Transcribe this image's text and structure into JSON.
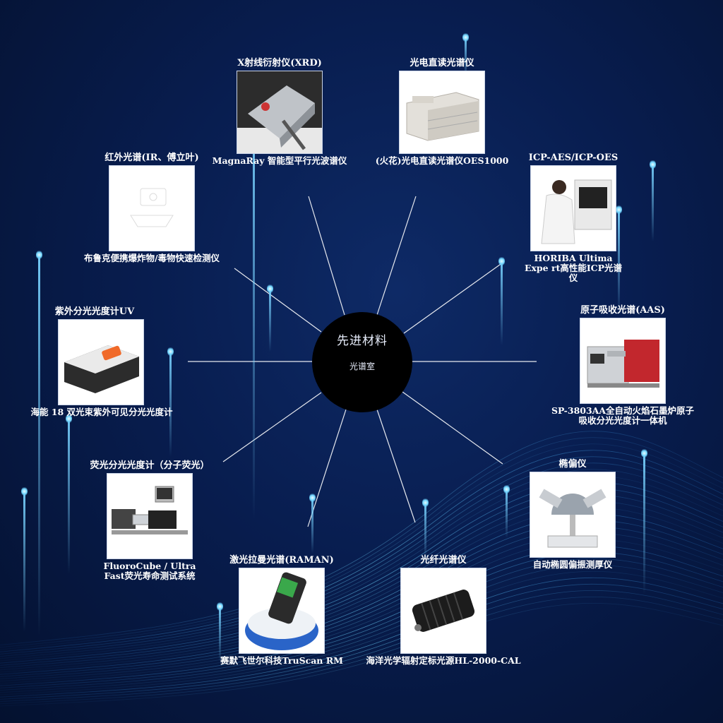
{
  "hub": {
    "title": "先进材料",
    "subtitle": "光谱室"
  },
  "nodes": [
    {
      "id": "xrd",
      "title": "X射线衍射仪(XRD)",
      "caption": "MagnaRay 智能型平行光波谱仪",
      "icon": "xrd-instrument-icon"
    },
    {
      "id": "oes",
      "title": "光电直读光谱仪",
      "caption": "(火花)光电直读光谱仪OES1000",
      "icon": "spark-oes-instrument-icon"
    },
    {
      "id": "icp",
      "title": "ICP-AES/ICP-OES",
      "caption": "HORIBA Ultima Expe rt高性能ICP光谱仪",
      "icon": "icp-spectrometer-icon"
    },
    {
      "id": "aas",
      "title": "原子吸收光谱(AAS)",
      "caption": "SP-3803AA全自动火焰石墨炉原子吸收分光光度计一体机",
      "icon": "aas-instrument-icon"
    },
    {
      "id": "ellipso",
      "title": "椭偏仪",
      "caption": "自动椭圆偏振测厚仪",
      "icon": "ellipsometer-icon"
    },
    {
      "id": "fiber",
      "title": "光纤光谱仪",
      "caption": "海洋光学辐射定标光源HL-2000-CAL",
      "icon": "light-source-icon"
    },
    {
      "id": "raman",
      "title": "激光拉曼光谱(RAMAN)",
      "caption": "赛默飞世尔科技TruScan RM",
      "icon": "handheld-raman-icon"
    },
    {
      "id": "fluor",
      "title": "荧光分光光度计（分子荧光）",
      "caption": "FluoroCube / Ultra Fast荧光寿命测试系统",
      "icon": "fluorescence-system-icon"
    },
    {
      "id": "uv",
      "title": "紫外分光光度计UV",
      "caption": "海能 18 双光束紫外可见分光光度计",
      "icon": "uv-spectrophotometer-icon"
    },
    {
      "id": "ir",
      "title": "红外光谱(IR、傅立叶)",
      "caption": "布鲁克便携爆炸物/毒物快速检测仪",
      "icon": "ir-detector-icon"
    }
  ],
  "colors": {
    "background": "#081d4f",
    "hub": "#000000",
    "spoke": "#ffffff",
    "text": "#ffffff",
    "glow": "#6fd4ff"
  }
}
